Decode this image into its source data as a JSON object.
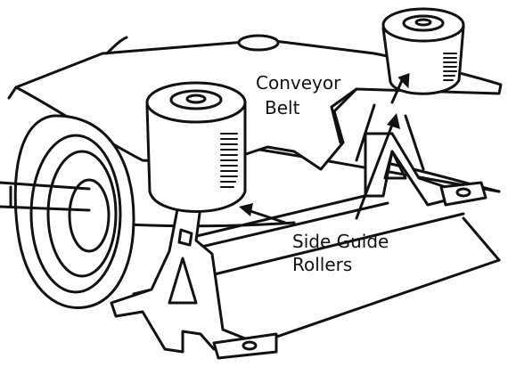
{
  "diagram": {
    "labels": {
      "conveyor_belt_line1": "Conveyor",
      "conveyor_belt_line2": "Belt",
      "side_guide_line1": "Side Guide",
      "side_guide_line2": "Rollers"
    }
  }
}
